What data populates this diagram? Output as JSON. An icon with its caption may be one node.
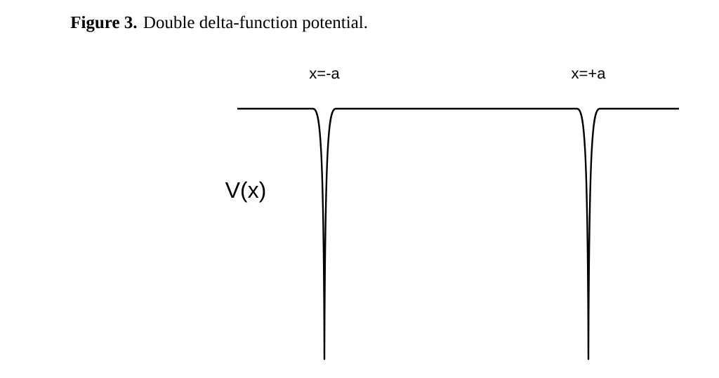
{
  "diagram": {
    "title": "**Figure 3.** Double delta-function potential.",
    "labels": [
      "x=-a",
      "x=+a",
      "V(x)"
    ]
  }
}
